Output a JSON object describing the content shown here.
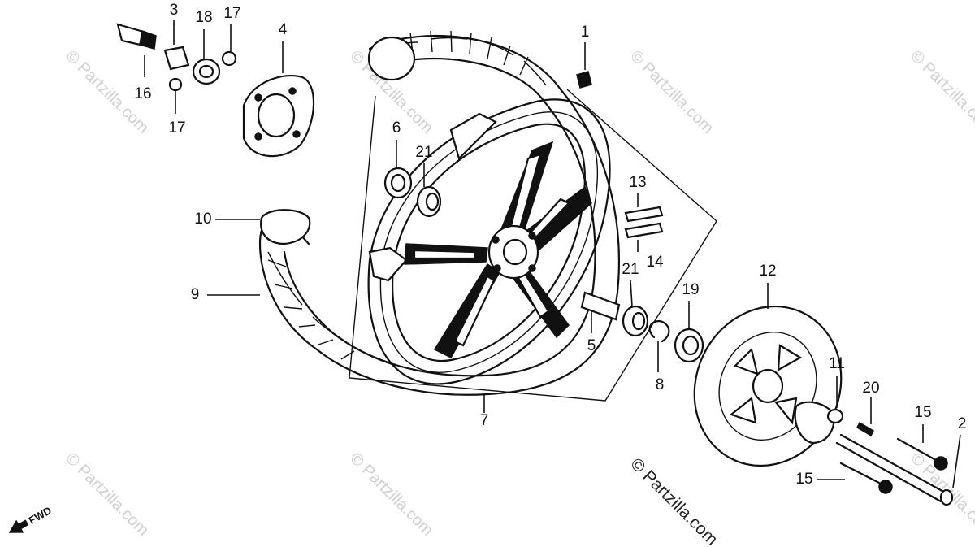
{
  "watermark": {
    "text": "© Partzilla.com"
  },
  "direction_marker": {
    "text": "FWD"
  },
  "callouts": {
    "c1": "1",
    "c2": "2",
    "c3": "3",
    "c4": "4",
    "c5": "5",
    "c6": "6",
    "c7": "7",
    "c8": "8",
    "c9": "9",
    "c10": "10",
    "c11": "11",
    "c12": "12",
    "c13": "13",
    "c14": "14",
    "c15a": "15",
    "c15b": "15",
    "c16": "16",
    "c17a": "17",
    "c17b": "17",
    "c18": "18",
    "c19": "19",
    "c20": "20",
    "c21a": "21",
    "c21b": "21"
  },
  "colors": {
    "ink": "#111111",
    "background": "#ffffff",
    "watermark": "#cfcfcf"
  }
}
